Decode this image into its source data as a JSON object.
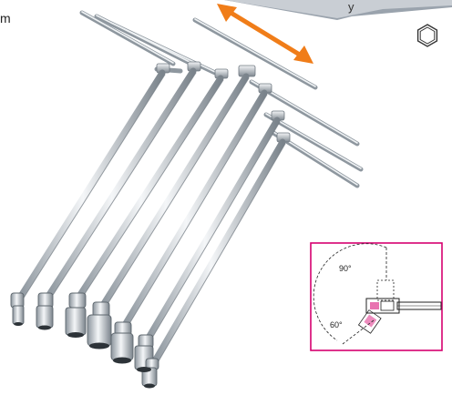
{
  "top_banner": {
    "visible_text": "y"
  },
  "left_edge_text": "m",
  "hex_icon": "hexagon-icon",
  "arrow_color": "#f07d19",
  "diagram": {
    "border_color": "#d6006f",
    "angle_top": "90°",
    "angle_bottom": "60°"
  }
}
